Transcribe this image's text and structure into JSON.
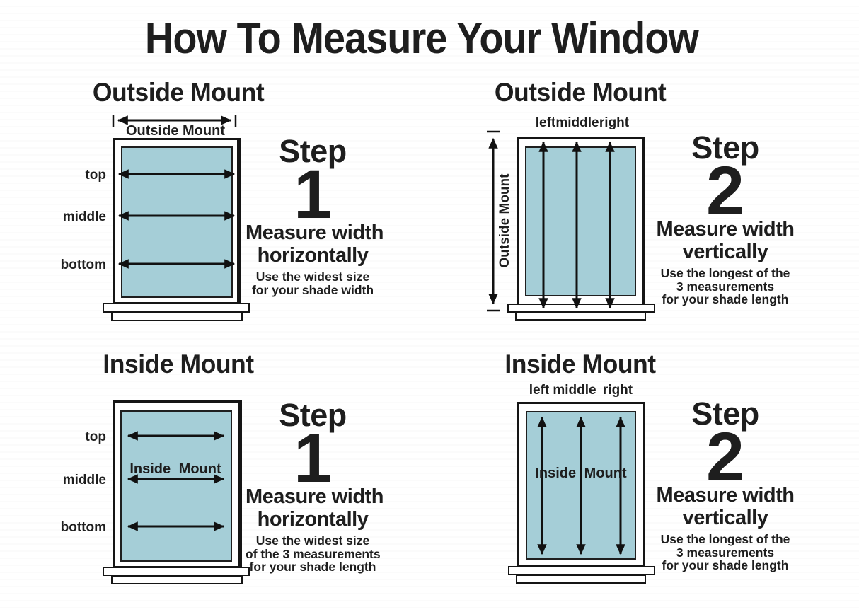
{
  "title": "How To Measure Your Window",
  "colors": {
    "pane": "#a5ced7",
    "ink": "#1e1e1e",
    "line": "#111111"
  },
  "quadrants": {
    "top_left": {
      "heading": "Outside Mount",
      "measure_label": "Outside Mount",
      "row_labels": [
        "top",
        "middle",
        "bottom"
      ],
      "step": {
        "word": "Step",
        "number": "1",
        "line1": "Measure width",
        "line2": "horizontally",
        "note_lines": [
          "Use the widest size",
          "for your shade width"
        ]
      }
    },
    "top_right": {
      "heading": "Outside Mount",
      "col_labels": [
        "left",
        "middle",
        "right"
      ],
      "measure_label": "Outside Mount",
      "step": {
        "word": "Step",
        "number": "2",
        "line1": "Measure width",
        "line2": "vertically",
        "note_lines": [
          "Use the longest of the",
          "3 measurements",
          "for your shade length"
        ]
      }
    },
    "bottom_left": {
      "heading": "Inside Mount",
      "row_labels": [
        "top",
        "middle",
        "bottom"
      ],
      "inner_label": "Inside Mount",
      "step": {
        "word": "Step",
        "number": "1",
        "line1": "Measure width",
        "line2": "horizontally",
        "note_lines": [
          "Use the widest size",
          "of the 3 measurements",
          "for your shade length"
        ]
      }
    },
    "bottom_right": {
      "heading": "Inside Mount",
      "col_labels": [
        "left",
        "middle",
        "right"
      ],
      "inner_label": "Inside Mount",
      "step": {
        "word": "Step",
        "number": "2",
        "line1": "Measure width",
        "line2": "vertically",
        "note_lines": [
          "Use the longest of the",
          "3 measurements",
          "for your shade length"
        ]
      }
    }
  }
}
